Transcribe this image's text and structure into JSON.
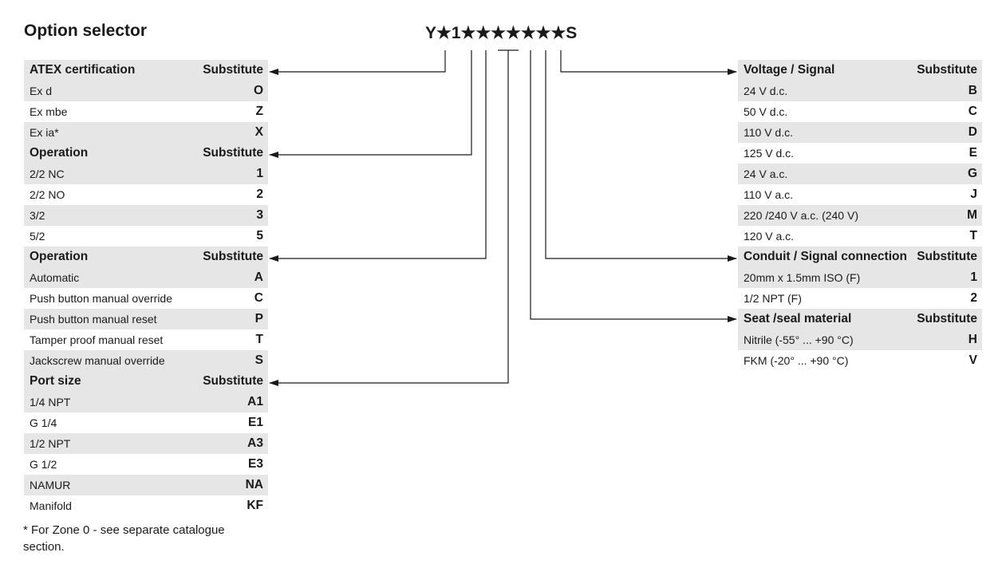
{
  "page": {
    "title": "Option selector",
    "code": "Y★1★★★★★★★S"
  },
  "left_table": [
    {
      "label": "ATEX certification",
      "value": "Substitute",
      "header": true
    },
    {
      "label": "Ex d",
      "value": "O"
    },
    {
      "label": "Ex mbe",
      "value": "Z"
    },
    {
      "label": "Ex ia*",
      "value": "X"
    },
    {
      "label": "Operation",
      "value": "Substitute",
      "header": true
    },
    {
      "label": "2/2 NC",
      "value": "1"
    },
    {
      "label": "2/2 NO",
      "value": "2"
    },
    {
      "label": "3/2",
      "value": "3"
    },
    {
      "label": "5/2",
      "value": "5"
    },
    {
      "label": "Operation",
      "value": "Substitute",
      "header": true
    },
    {
      "label": "Automatic",
      "value": "A"
    },
    {
      "label": "Push button manual override",
      "value": "C"
    },
    {
      "label": "Push button manual reset",
      "value": "P"
    },
    {
      "label": "Tamper proof manual reset",
      "value": "T"
    },
    {
      "label": "Jackscrew manual override",
      "value": "S"
    },
    {
      "label": "Port size",
      "value": "Substitute",
      "header": true
    },
    {
      "label": "1/4 NPT",
      "value": "A1"
    },
    {
      "label": "G 1/4",
      "value": "E1"
    },
    {
      "label": "1/2 NPT",
      "value": "A3"
    },
    {
      "label": "G 1/2",
      "value": "E3"
    },
    {
      "label": "NAMUR",
      "value": "NA"
    },
    {
      "label": "Manifold",
      "value": "KF"
    }
  ],
  "right_table": [
    {
      "label": "Voltage / Signal",
      "value": "Substitute",
      "header": true
    },
    {
      "label": "24 V d.c.",
      "value": "B"
    },
    {
      "label": "50 V d.c.",
      "value": "C"
    },
    {
      "label": "110 V d.c.",
      "value": "D"
    },
    {
      "label": "125 V d.c.",
      "value": "E"
    },
    {
      "label": "24 V a.c.",
      "value": "G"
    },
    {
      "label": "110 V a.c.",
      "value": "J"
    },
    {
      "label": "220 /240 V a.c. (240 V)",
      "value": "M"
    },
    {
      "label": "120 V a.c.",
      "value": "T"
    },
    {
      "label": "Conduit / Signal connection",
      "value": "Substitute",
      "header": true
    },
    {
      "label": "20mm x 1.5mm ISO (F)",
      "value": "1"
    },
    {
      "label": "1/2 NPT (F)",
      "value": "2"
    },
    {
      "label": "Seat /seal material",
      "value": "Substitute",
      "header": true
    },
    {
      "label": "Nitrile (-55° ... +90 °C)",
      "value": "H"
    },
    {
      "label": "FKM (-20° ... +90 °C)",
      "value": "V"
    }
  ],
  "footnote": "* For Zone 0 - see separate catalogue section."
}
